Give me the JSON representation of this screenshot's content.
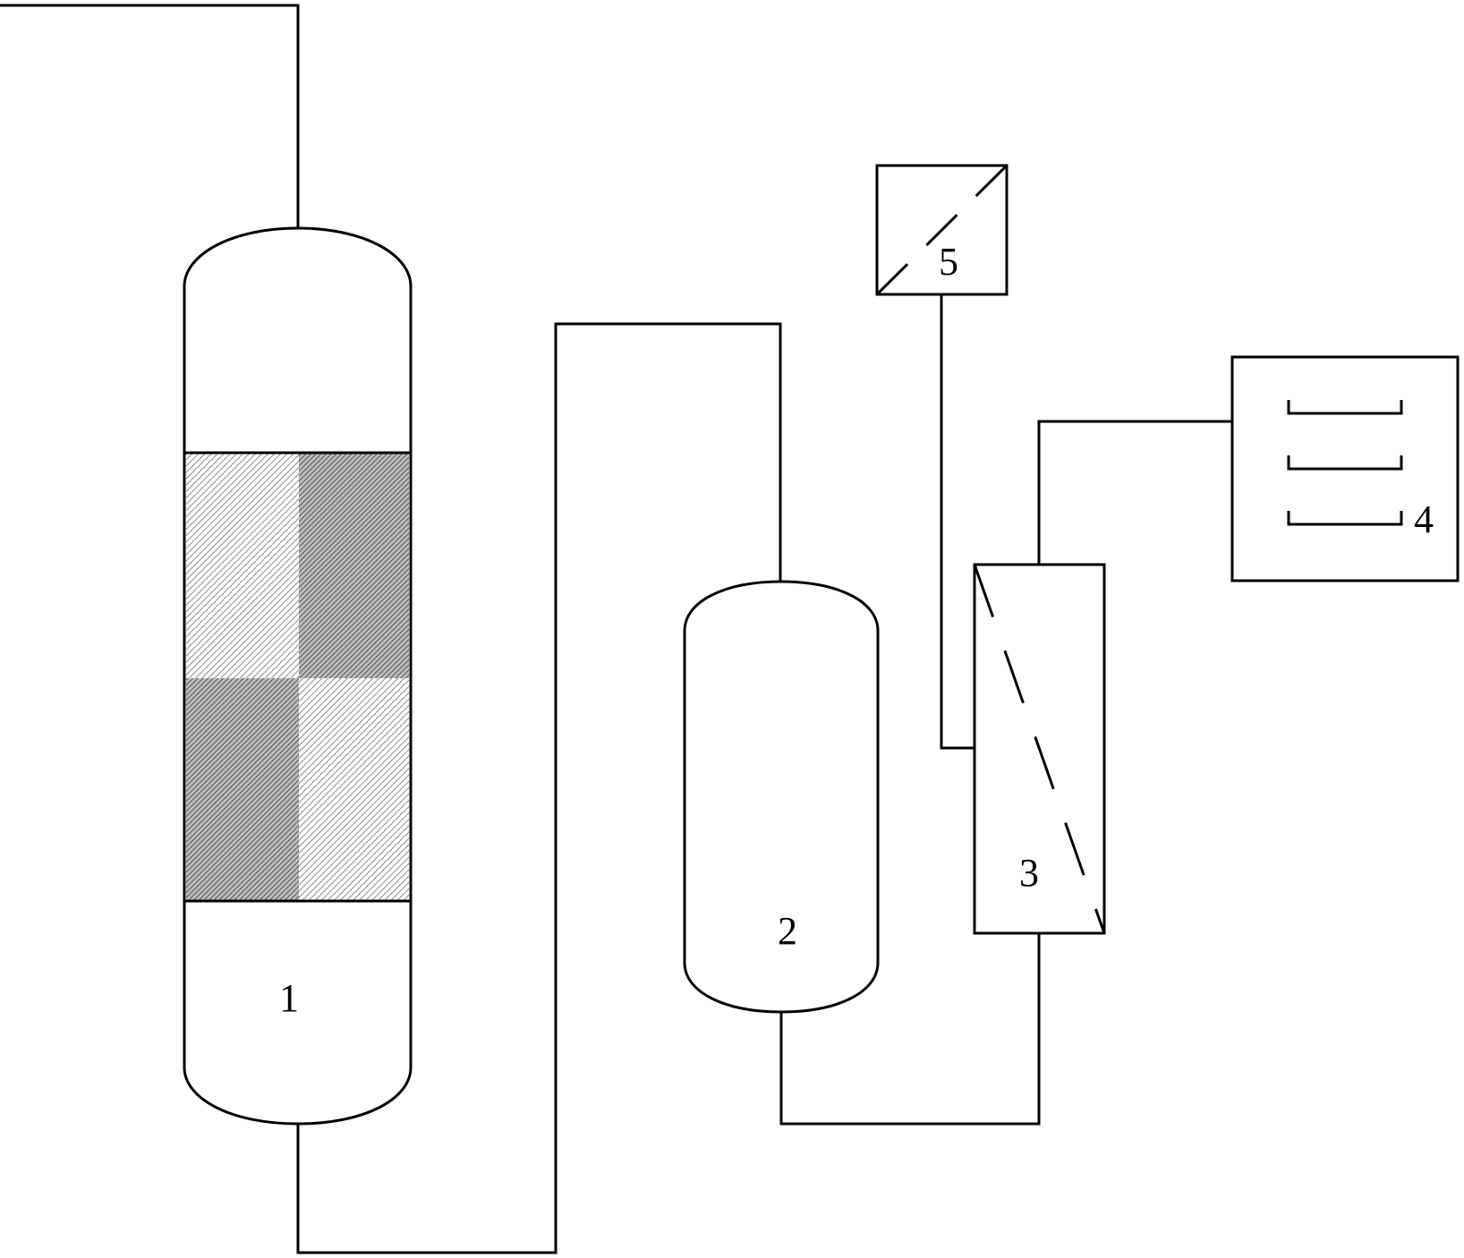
{
  "labels": {
    "reactor": "1",
    "vessel": "2",
    "unit3": "3",
    "unit4": "4",
    "unit5": "5"
  },
  "colors": {
    "line": "#000000",
    "background": "#ffffff",
    "hatch_light": "#9a9a9a",
    "hatch_dark": "#6a6a6a"
  }
}
